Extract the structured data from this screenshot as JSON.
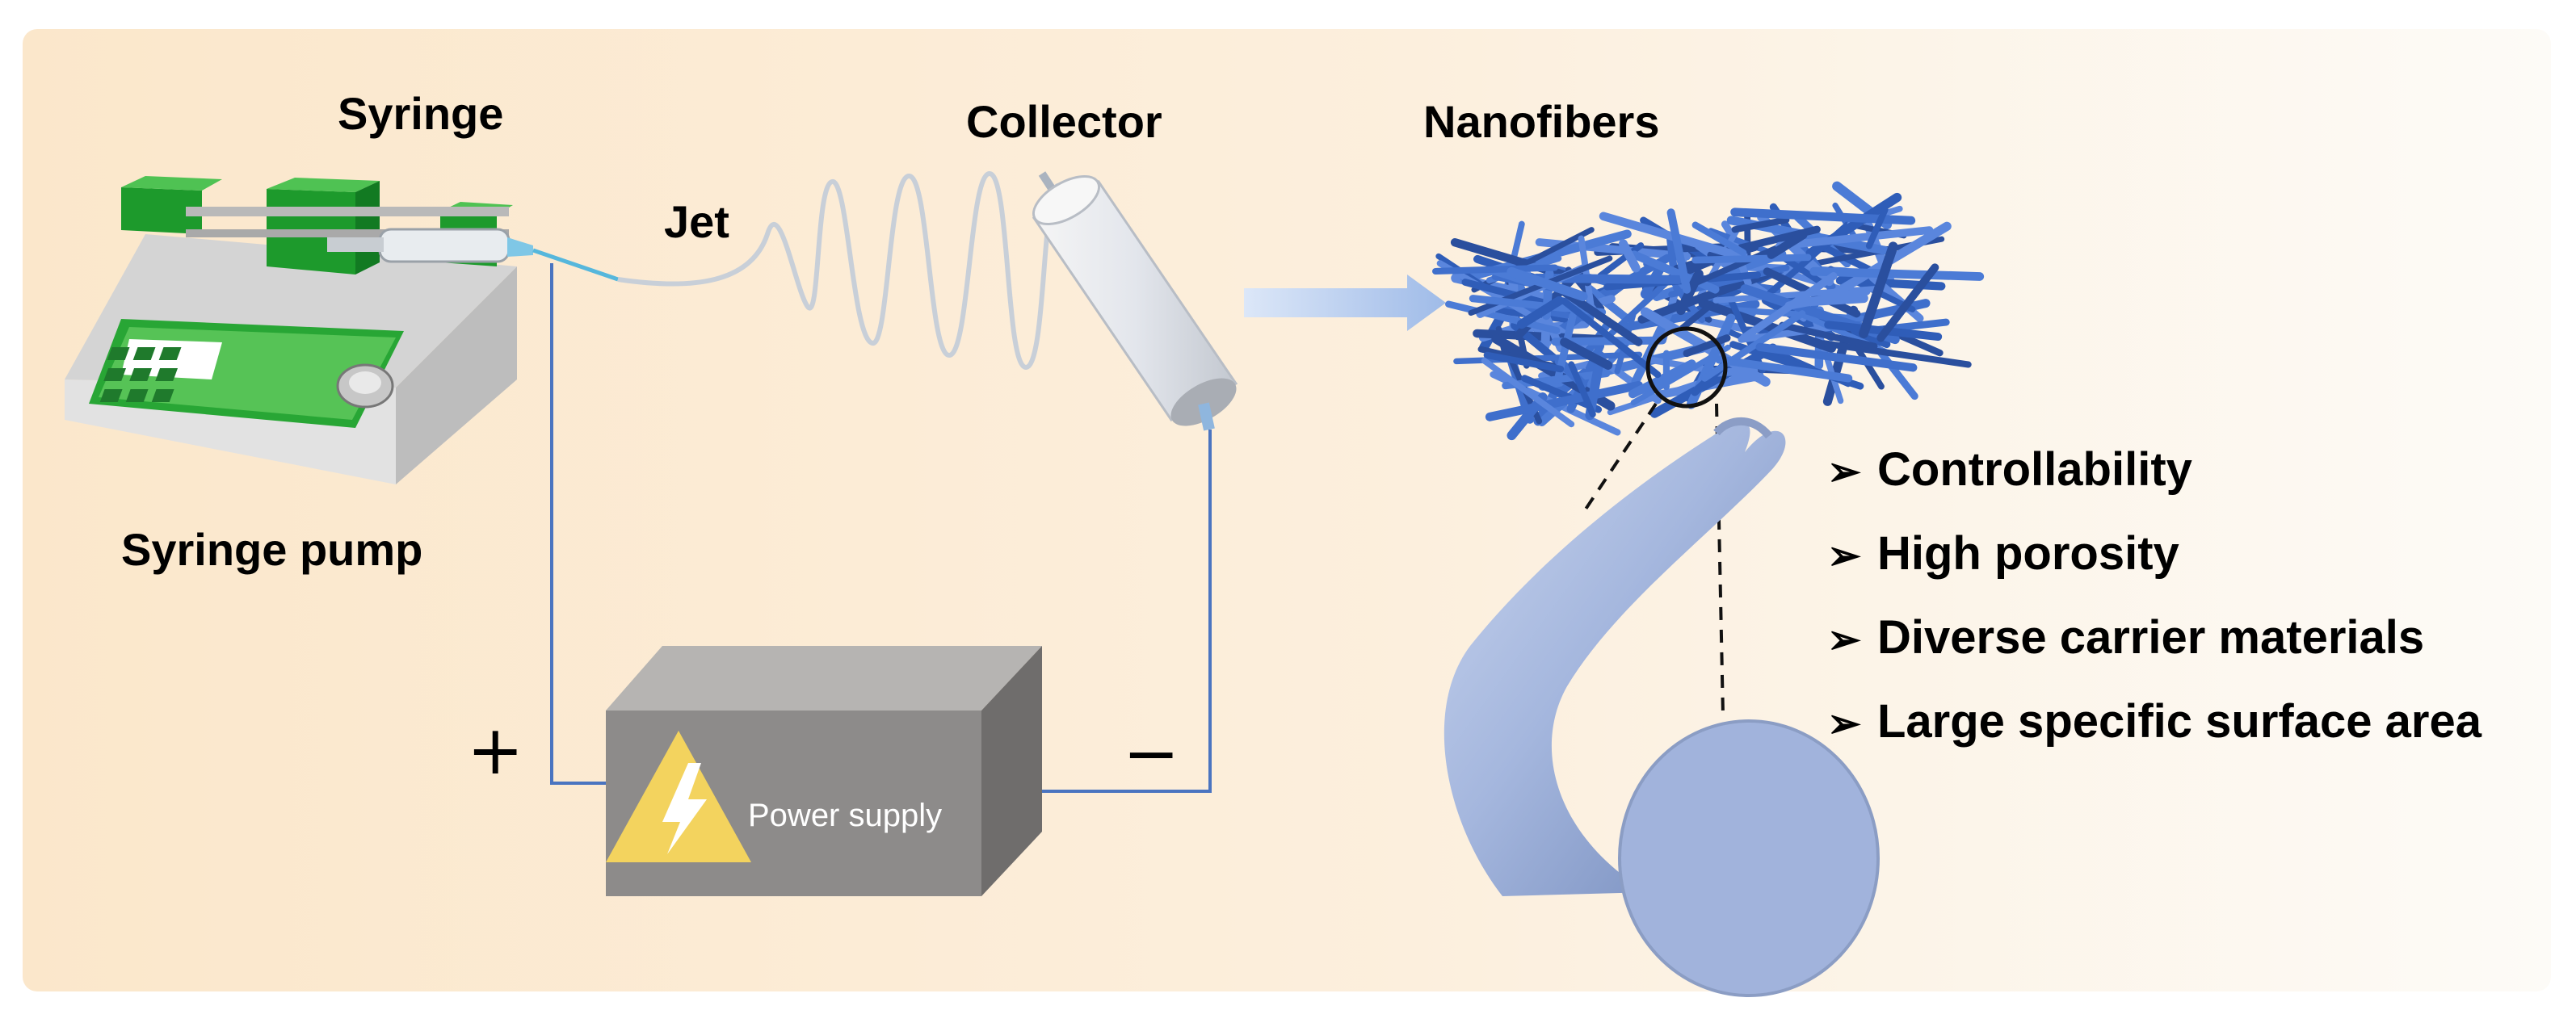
{
  "labels": {
    "syringe": "Syringe",
    "collector": "Collector",
    "jet": "Jet",
    "nanofibers": "Nanofibers",
    "syringe_pump": "Syringe pump",
    "power_supply": "Power supply",
    "plus": "+",
    "minus": "−"
  },
  "features": [
    {
      "bullet": "➢",
      "text": "Controllability"
    },
    {
      "bullet": "➢",
      "text": "High porosity"
    },
    {
      "bullet": "➢",
      "text": "Diverse carrier materials"
    },
    {
      "bullet": "➢",
      "text": "Large specific surface area"
    }
  ],
  "colors": {
    "background_left": "#fbe9cf",
    "background_right": "#fdfaf5",
    "pump_green": "#1a9a2c",
    "pump_green_light": "#5cc85a",
    "pump_body": "#d8d8d8",
    "wire": "#4a74c0",
    "fiber_blue": "#3f6fcc",
    "fiber_tube": "#9aaed6",
    "power_box": "#8c8a88",
    "warning_yellow": "#f3d35e",
    "arrow": "#a9c2ea"
  },
  "icons": {
    "syringe_pump": "syringe-pump-icon",
    "collector": "collector-drum-icon",
    "power_supply": "power-supply-box-icon",
    "warning": "high-voltage-warning-icon"
  }
}
